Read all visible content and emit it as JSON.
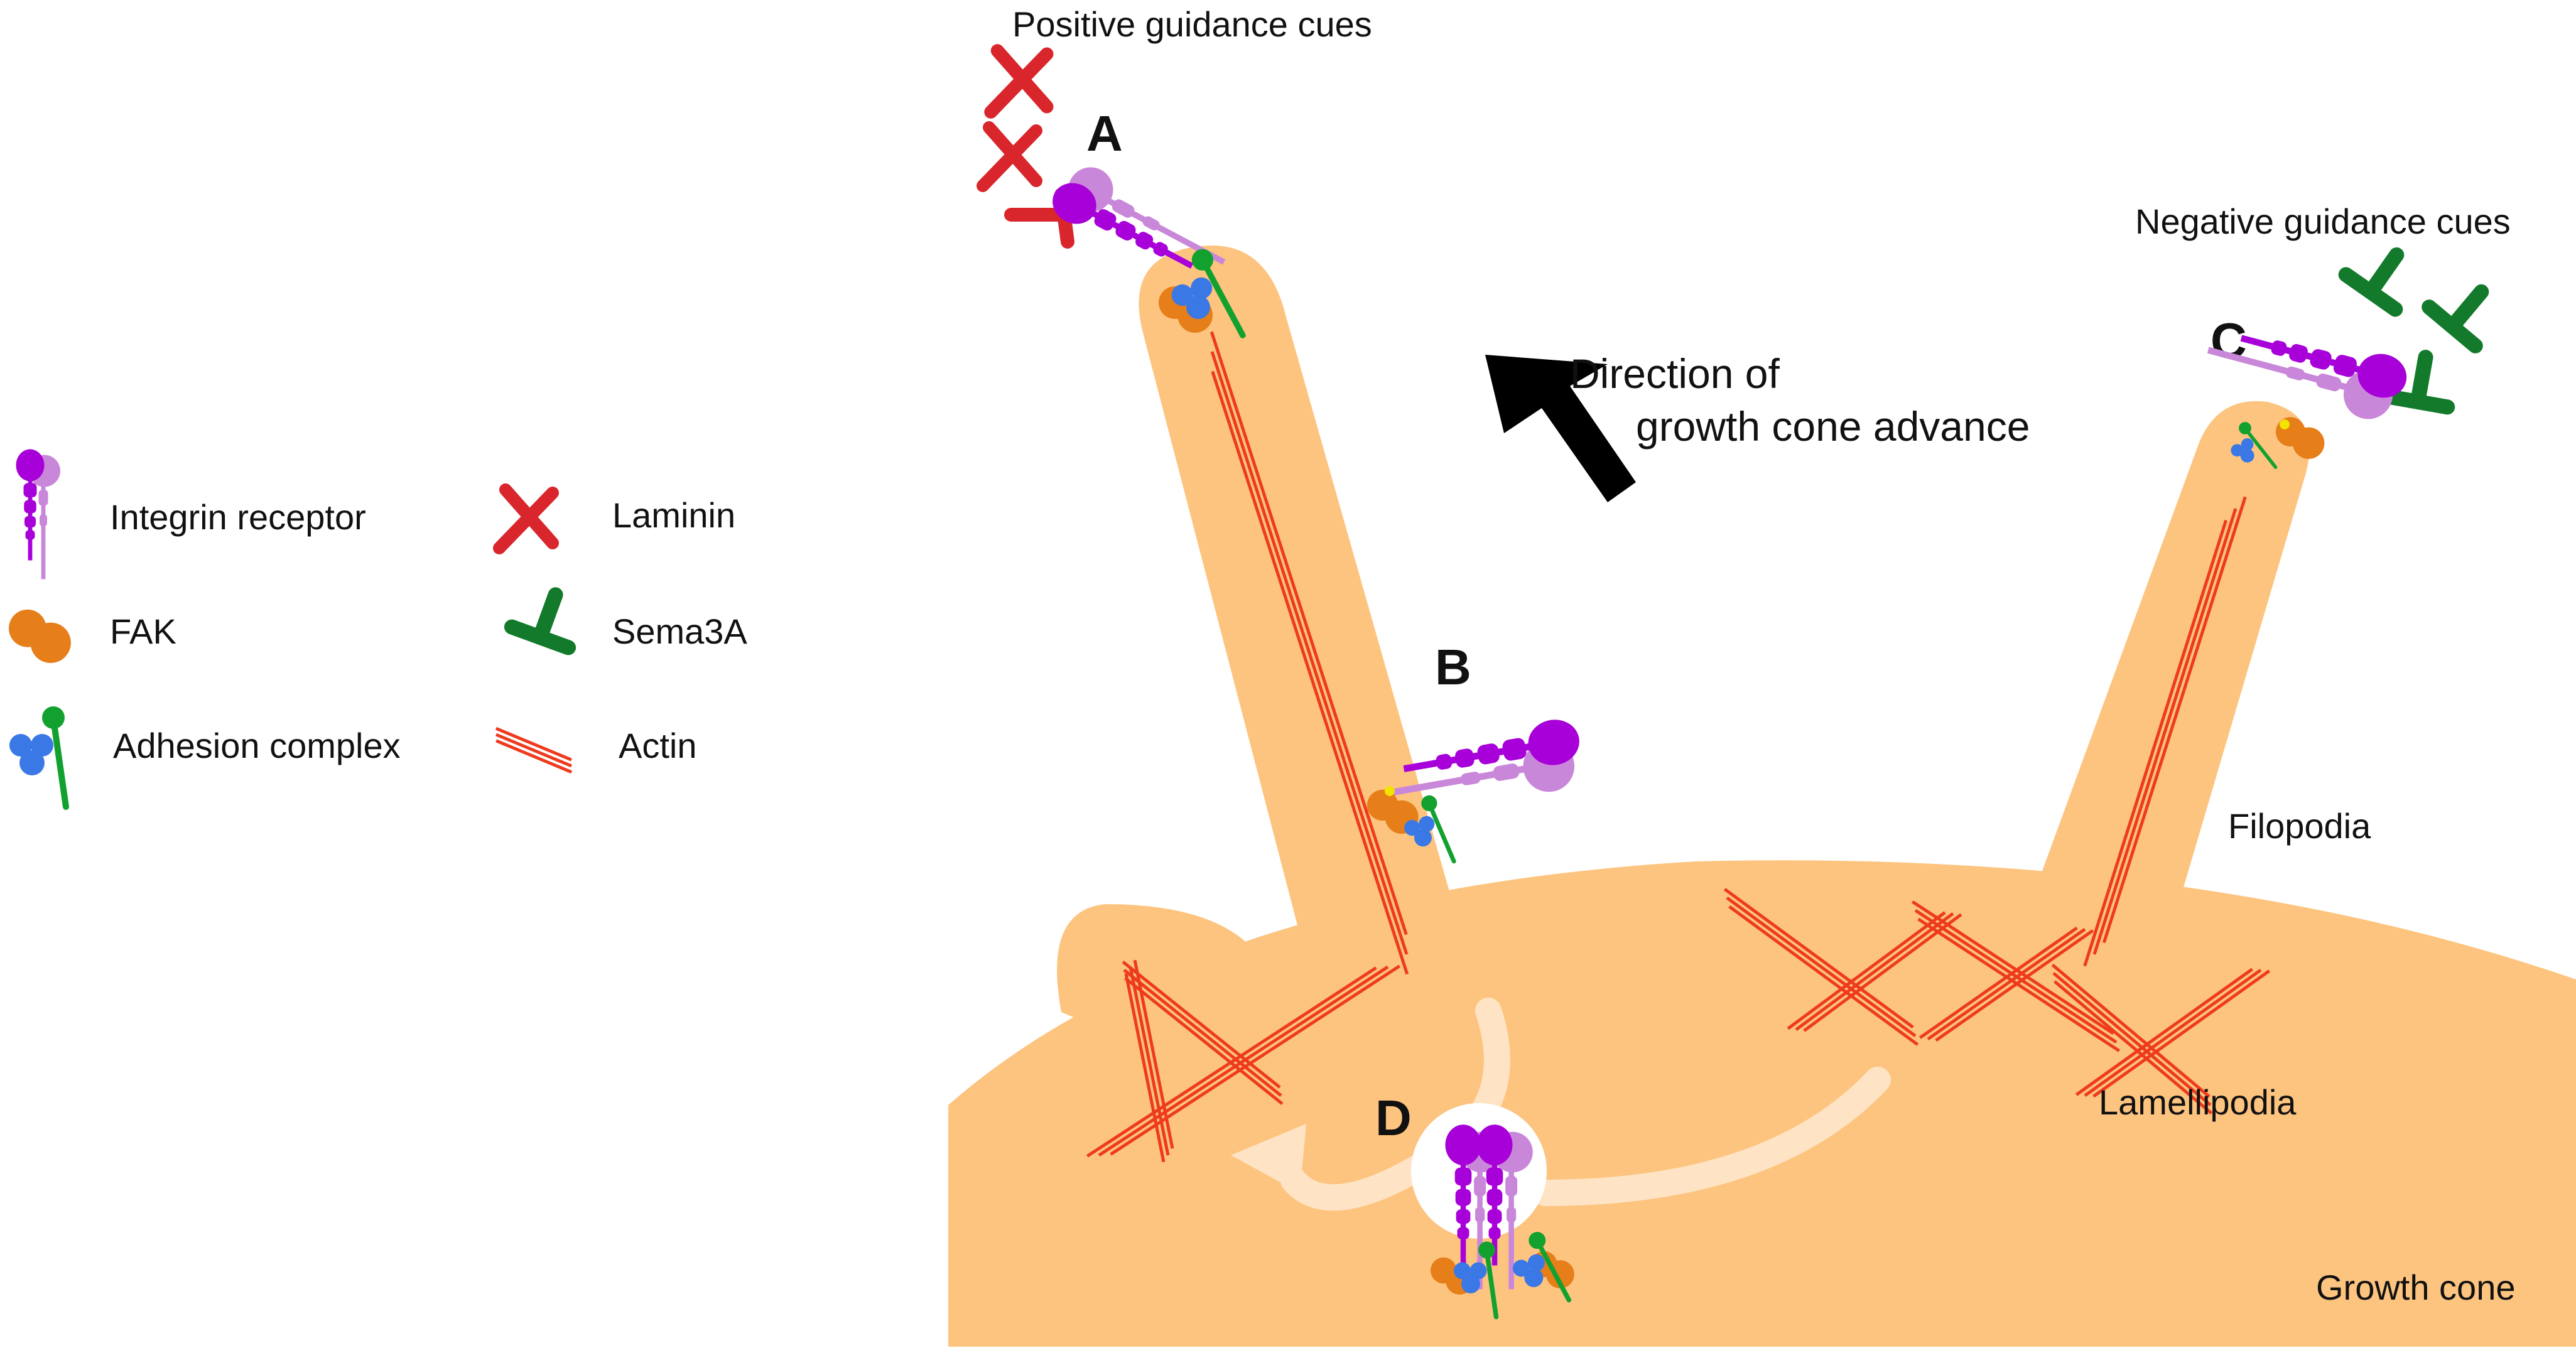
{
  "colors": {
    "cell": "#FDC47F",
    "actin": "#EE3B1E",
    "integrin_dark": "#A800D9",
    "integrin_light": "#C987DA",
    "fak": "#E67E19",
    "adhesion_blue": "#3A78E6",
    "adhesion_green": "#12A12E",
    "laminin": "#D9262C",
    "sema3a": "#137A2B",
    "arrow": "#000000"
  },
  "legend": {
    "integrin": {
      "label": "Integrin receptor",
      "icon": "integrin-icon"
    },
    "fak": {
      "label": "FAK",
      "icon": "fak-icon"
    },
    "adhesion": {
      "label": "Adhesion complex",
      "icon": "adhesion-complex-icon"
    },
    "laminin": {
      "label": "Laminin",
      "icon": "laminin-icon"
    },
    "sema3a": {
      "label": "Sema3A",
      "icon": "sema3a-icon"
    },
    "actin": {
      "label": "Actin",
      "icon": "actin-icon"
    }
  },
  "labels": {
    "positive_cues": "Positive guidance cues",
    "negative_cues": "Negative guidance cues",
    "direction_line1": "Direction of",
    "direction_line2": "growth cone advance",
    "filopodia": "Filopodia",
    "lamellipodia": "Lamellipodia",
    "growth_cone": "Growth cone"
  },
  "panels": {
    "a": "A",
    "b": "B",
    "c": "C",
    "d": "D"
  }
}
